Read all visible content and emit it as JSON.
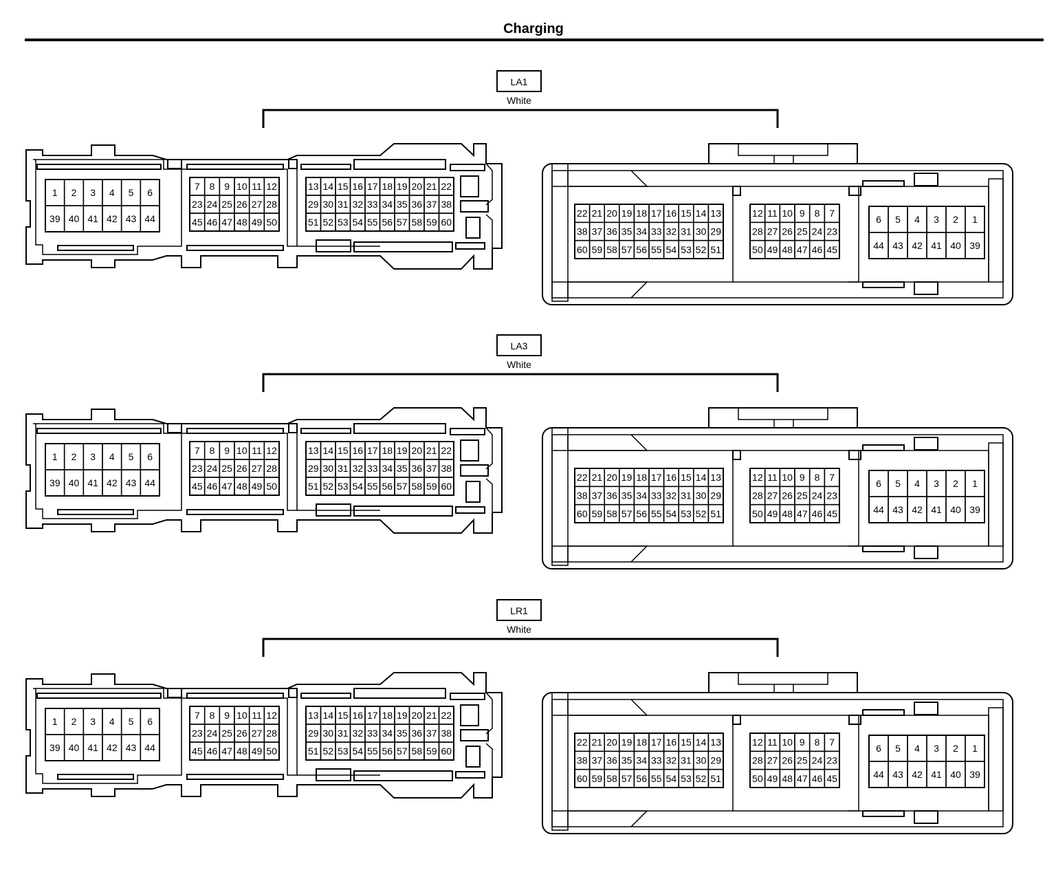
{
  "title": "Charging",
  "connectors": [
    {
      "id": "LA1",
      "color": "White"
    },
    {
      "id": "LA3",
      "color": "White"
    },
    {
      "id": "LR1",
      "color": "White"
    }
  ],
  "left_view": {
    "block_a": [
      [
        "1",
        "2",
        "3",
        "4",
        "5",
        "6"
      ],
      [
        "39",
        "40",
        "41",
        "42",
        "43",
        "44"
      ]
    ],
    "block_b": [
      [
        "7",
        "8",
        "9",
        "10",
        "11",
        "12"
      ],
      [
        "23",
        "24",
        "25",
        "26",
        "27",
        "28"
      ],
      [
        "45",
        "46",
        "47",
        "48",
        "49",
        "50"
      ]
    ],
    "block_c": [
      [
        "13",
        "14",
        "15",
        "16",
        "17",
        "18",
        "19",
        "20",
        "21",
        "22"
      ],
      [
        "29",
        "30",
        "31",
        "32",
        "33",
        "34",
        "35",
        "36",
        "37",
        "38"
      ],
      [
        "51",
        "52",
        "53",
        "54",
        "55",
        "56",
        "57",
        "58",
        "59",
        "60"
      ]
    ]
  },
  "right_view": {
    "block_a": [
      [
        "22",
        "21",
        "20",
        "19",
        "18",
        "17",
        "16",
        "15",
        "14",
        "13"
      ],
      [
        "38",
        "37",
        "36",
        "35",
        "34",
        "33",
        "32",
        "31",
        "30",
        "29"
      ],
      [
        "60",
        "59",
        "58",
        "57",
        "56",
        "55",
        "54",
        "53",
        "52",
        "51"
      ]
    ],
    "block_b": [
      [
        "12",
        "11",
        "10",
        "9",
        "8",
        "7"
      ],
      [
        "28",
        "27",
        "26",
        "25",
        "24",
        "23"
      ],
      [
        "50",
        "49",
        "48",
        "47",
        "46",
        "45"
      ]
    ],
    "block_c": [
      [
        "6",
        "5",
        "4",
        "3",
        "2",
        "1"
      ],
      [
        "44",
        "43",
        "42",
        "41",
        "40",
        "39"
      ]
    ]
  }
}
